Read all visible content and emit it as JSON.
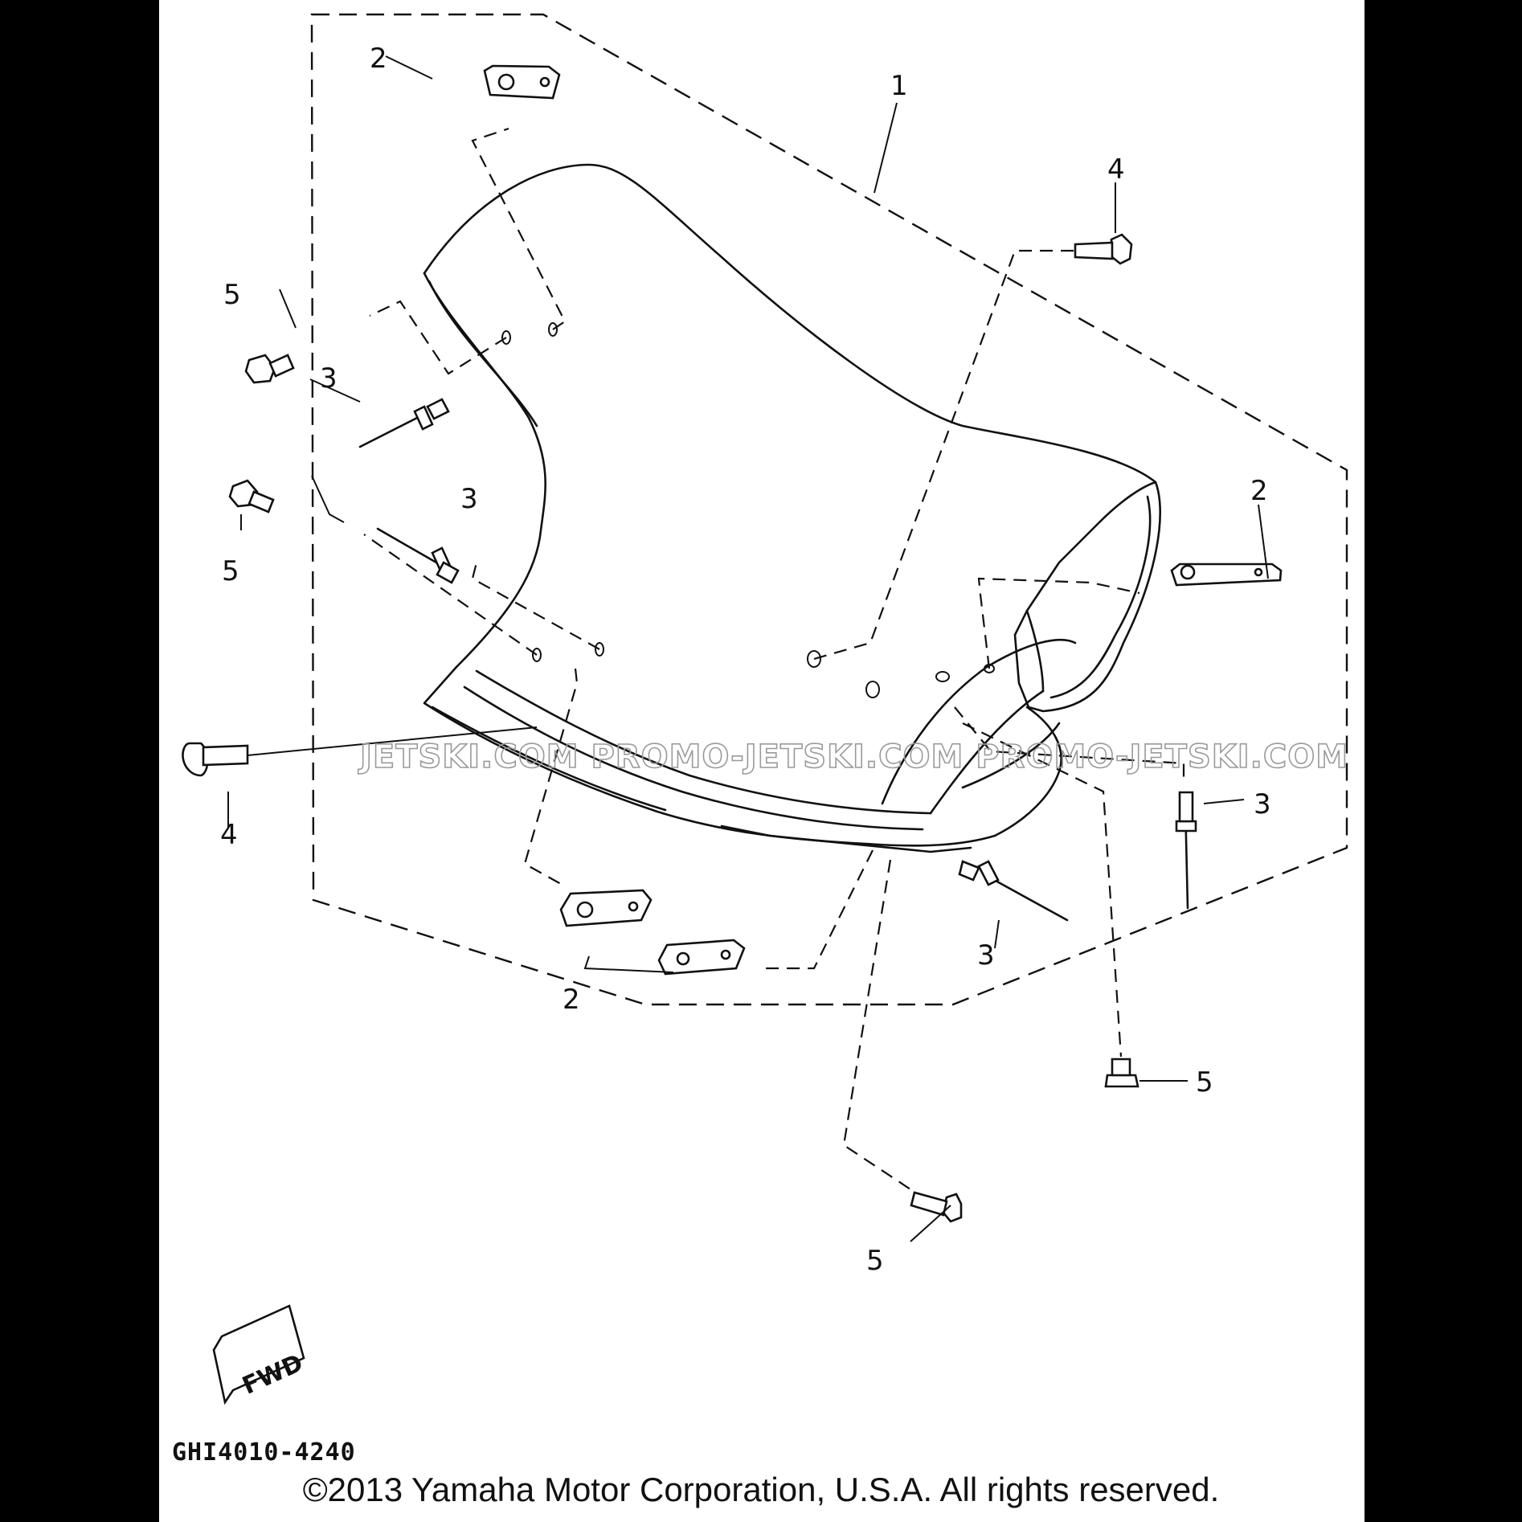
{
  "diagram": {
    "code": "GHI4010-4240",
    "copyright": "©2013 Yamaha Motor Corporation, U.S.A. All rights reserved.",
    "watermark": "JETSKI.COM    PROMO-JETSKI.COM    PROMO-JETSKI.COM",
    "fwd_label": "FWD",
    "callouts": {
      "c1": "1",
      "c2_top": "2",
      "c2_right": "2",
      "c2_bottom": "2",
      "c3_left_upper": "3",
      "c3_left_lower": "3",
      "c3_right": "3",
      "c3_bottom": "3",
      "c4_top": "4",
      "c4_left": "4",
      "c5_left_upper": "5",
      "c5_left_lower": "5",
      "c5_right": "5",
      "c5_bottom": "5"
    }
  }
}
